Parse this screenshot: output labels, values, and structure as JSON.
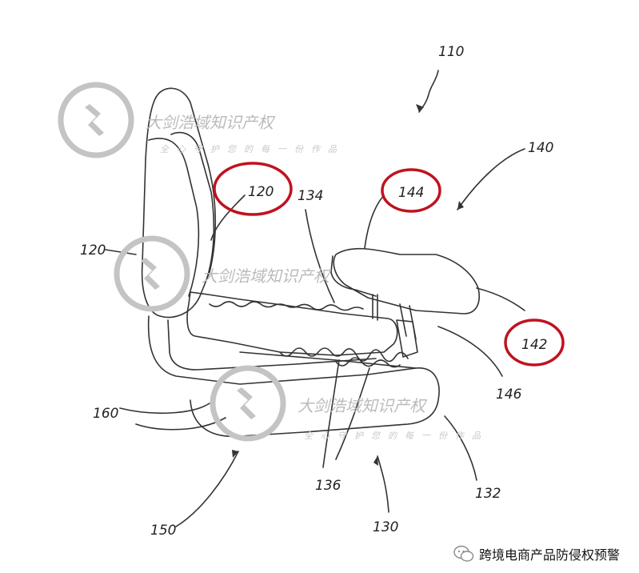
{
  "figure": {
    "labels": {
      "l110": "110",
      "l140": "140",
      "l120a": "120",
      "l120b": "120",
      "l134": "134",
      "l144": "144",
      "l142": "142",
      "l146": "146",
      "l160": "160",
      "l136": "136",
      "l132": "132",
      "l150": "150",
      "l130": "130"
    },
    "highlight_color": "#c0121f"
  },
  "watermark": {
    "text": "大剑浩域知识产权",
    "subtext": "全心守护您的每一份作品"
  },
  "footer": {
    "account": "跨境电商产品防侵权预警"
  }
}
